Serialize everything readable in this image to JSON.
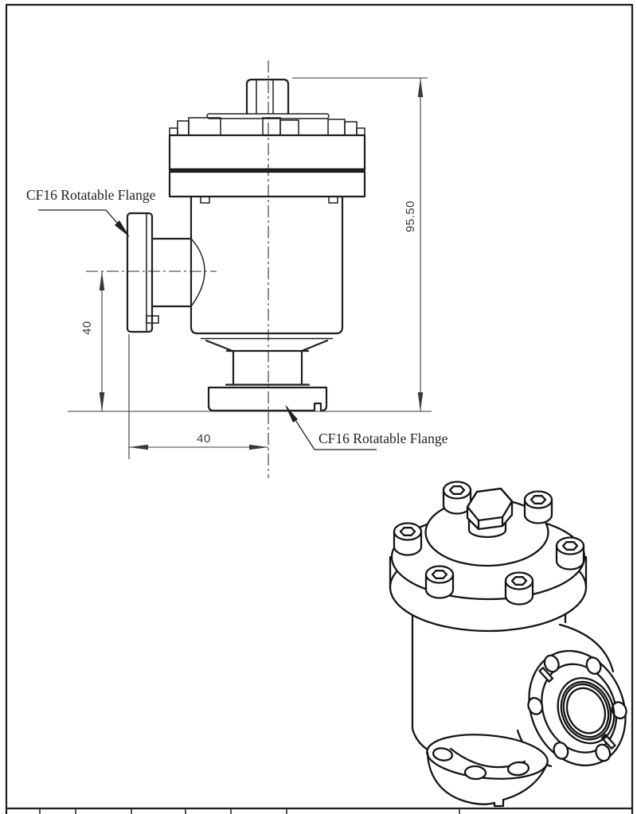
{
  "sheet": {
    "background": "#ffffff",
    "border_color": "#1f1f1f",
    "line_color": "#1f1f1f",
    "dimension_color": "#3a3a3a"
  },
  "side_view": {
    "labels": {
      "side_flange": "CF16 Rotatable Flange",
      "bottom_flange": "CF16 Rotatable Flange"
    },
    "dimensions": {
      "overall_height": "95.50",
      "port_center_to_base": "40",
      "flange_face_to_centerline": "40"
    }
  }
}
